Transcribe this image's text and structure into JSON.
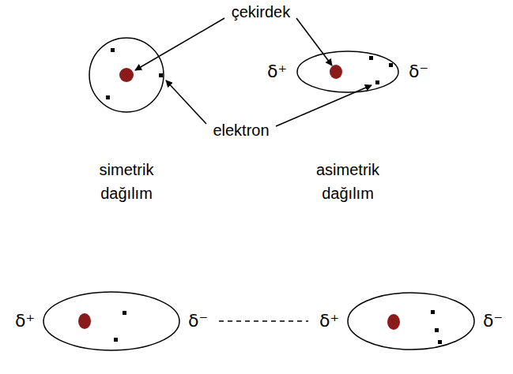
{
  "diagram": {
    "nodes": [
      {
        "text": [
          "simetrik dağılım"
        ]
      },
      {
        "text": [
          "δ⁺",
          "δ⁻",
          "asimetrik dağılım"
        ]
      },
      {
        "text": [
          "δ⁺",
          "δ⁻"
        ]
      },
      {
        "text": [
          "δ⁺",
          "δ⁻"
        ]
      }
    ],
    "edges": [
      {
        "from": 2,
        "to": 3,
        "arrow": "none"
      }
    ],
    "labels": [
      "çekirdek",
      "elektron"
    ]
  }
}
